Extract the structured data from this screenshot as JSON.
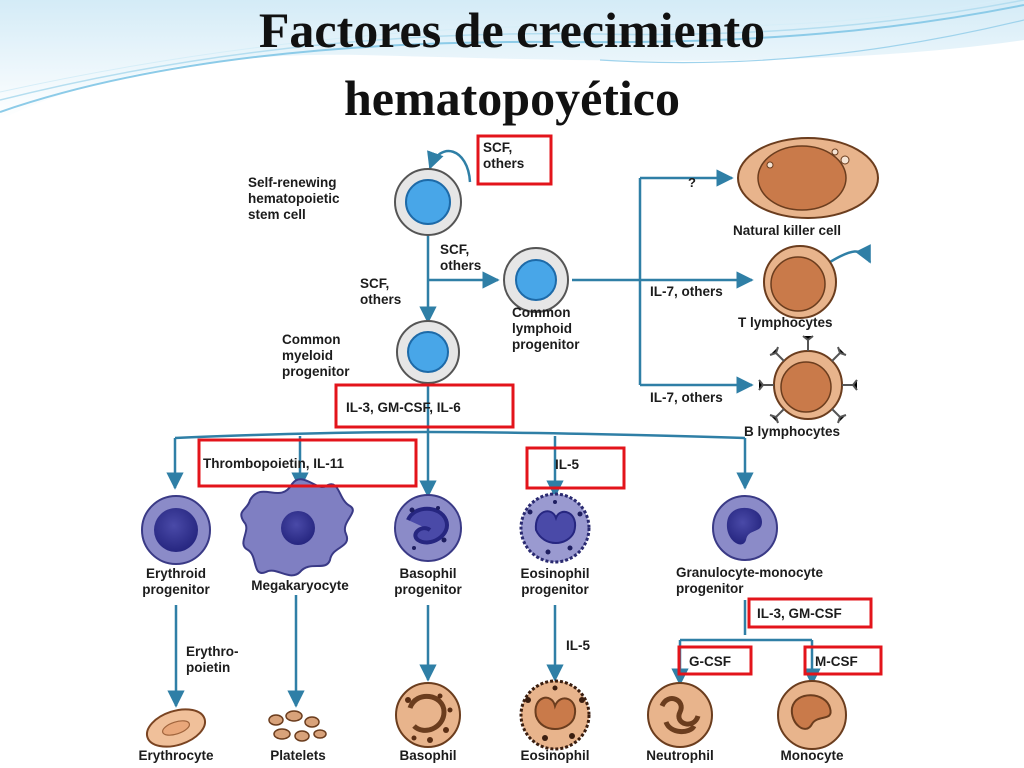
{
  "slide": {
    "title_line1": "Factores de crecimiento",
    "title_line2": "hematopoyético"
  },
  "colors": {
    "arrow": "#2f7fa6",
    "highlight_box": "#e3141b",
    "stem_nucleus": "#48a6e8",
    "cell_purple": "#6f6fb8",
    "cell_tan": "#e8b48c"
  },
  "diagram": {
    "stem_cell": "Self-renewing\nhematopoietic\nstem cell",
    "f_scf_self": "SCF,\nothers",
    "f_scf_right": "SCF,\nothers",
    "f_scf_down": "SCF,\nothers",
    "common_lymphoid": "Common\nlymphoid\nprogenitor",
    "common_myeloid": "Common\nmyeloid\nprogenitor",
    "f_question": "?",
    "nk_cell": "Natural killer cell",
    "f_il7_t": "IL-7, others",
    "t_lymph": "T lymphocytes",
    "f_il7_b": "IL-7, others",
    "b_lymph": "B lymphocytes",
    "f_myeloid": "IL-3, GM-CSF, IL-6",
    "f_thrombo": "Thrombopoietin, IL-11",
    "f_il5": "IL-5",
    "erythroid": "Erythroid\nprogenitor",
    "megakaryocyte": "Megakaryocyte",
    "basophil_prog": "Basophil\nprogenitor",
    "eosinophil_prog": "Eosinophil\nprogenitor",
    "gm_prog": "Granulocyte-monocyte\nprogenitor",
    "f_il3_gm": "IL-3, GM-CSF",
    "f_epo": "Erythro-\npoietin",
    "f_il5_2": "IL-5",
    "f_gcsf": "G-CSF",
    "f_mcsf": "M-CSF",
    "erythrocyte": "Erythrocyte",
    "platelets": "Platelets",
    "basophil": "Basophil",
    "eosinophil": "Eosinophil",
    "neutrophil": "Neutrophil",
    "monocyte": "Monocyte"
  }
}
